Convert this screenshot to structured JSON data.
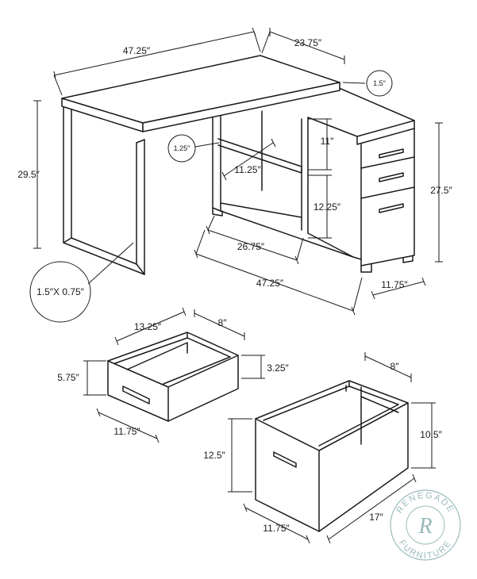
{
  "dimensions": {
    "desk_width": "47.25″",
    "desk_depth": "23.75″",
    "top_thickness": "1.5″",
    "desk_height": "29.5″",
    "shelf_thickness": "1.25″",
    "shelf_depth": "11.25″",
    "upper_opening": "11″",
    "lower_opening": "12.25″",
    "shelf_width": "26.75″",
    "return_length": "47.25″",
    "return_height": "27.5″",
    "return_depth": "11.75″",
    "leg_size": "1.5″X 0.75″",
    "small_drawer_length": "13.25″",
    "small_drawer_inner_width": "8″",
    "small_drawer_height": "5.75″",
    "small_drawer_inner_height": "3.25″",
    "small_drawer_width": "11.75″",
    "file_drawer_inner_width": "8″",
    "file_drawer_inner_height": "10.5″",
    "file_drawer_height": "12.5″",
    "file_drawer_width": "11.75″",
    "file_drawer_length": "17″"
  },
  "watermark": {
    "top_text": "RENEGADE",
    "bottom_text": "FURNITURE",
    "logo_letter": "R",
    "color": "#8fb3b4"
  },
  "colors": {
    "line": "#1a1a1a",
    "background": "#ffffff"
  }
}
